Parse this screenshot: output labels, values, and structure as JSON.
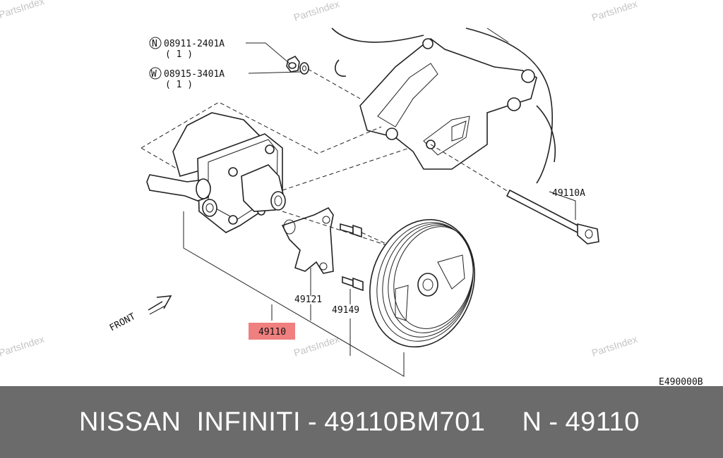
{
  "watermark": "PartsIndex",
  "callouts": {
    "nut_code": "08911-2401A",
    "nut_prefix": "N",
    "nut_qty": "( 1 )",
    "washer_code": "08915-3401A",
    "washer_prefix": "W",
    "washer_qty": "( 1 )",
    "bolt_long": "49110A",
    "bracket": "49121",
    "bolt_short": "49149",
    "pump_assembly": "49110",
    "front_arrow": "FRONT"
  },
  "diagram_id": "E490000B",
  "footer": {
    "brand1": "NISSAN",
    "brand2": "INFINITI",
    "dash1": "-",
    "part_number": "49110BM701",
    "prefix": "N",
    "dash2": "-",
    "short_number": "49110"
  },
  "colors": {
    "footer_bg": "#6b6b6b",
    "highlight": "#f07f7f",
    "watermark": "#c4c4c4"
  }
}
